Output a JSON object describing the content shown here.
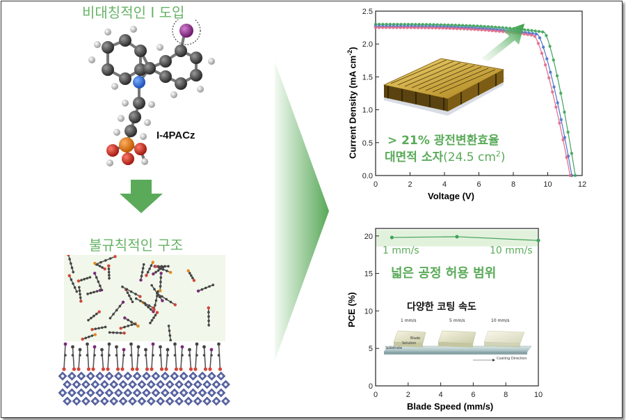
{
  "left": {
    "top_heading": "비대칭적인 I 도입",
    "molecule_label": "I-4PACz",
    "bottom_heading": "불규칙적인 구조"
  },
  "colors": {
    "accent_green": "#5aaa5a",
    "series_green": "#3fa35a",
    "series_blue": "#4a74c8",
    "series_pink": "#e06a8a",
    "gold": "#c9a22c"
  },
  "charts": [
    {
      "type": "line",
      "xlabel": "Voltage (V)",
      "ylabel": "Current Density (mA cm",
      "ylabel_sup": "-2",
      "ylabel_close": ")",
      "xlim": [
        0,
        12
      ],
      "ylim": [
        0,
        2.5
      ],
      "xticks": [
        "0",
        "2",
        "4",
        "6",
        "8",
        "10",
        "12"
      ],
      "yticks": [
        "0.0",
        "0.5",
        "1.0",
        "1.5",
        "2.0",
        "2.5"
      ],
      "annotation_line1": "> 21% 광전변환효율",
      "annotation_line2_main": "대면적 소자",
      "annotation_line2_paren": "(24.5 cm",
      "annotation_line2_sup": "2",
      "annotation_line2_close": ")",
      "series": [
        {
          "color": "green",
          "jsc": 2.3,
          "voc": 11.6,
          "x_knee": 9.8
        },
        {
          "color": "blue",
          "jsc": 2.27,
          "voc": 11.4,
          "x_knee": 9.4
        },
        {
          "color": "pink",
          "jsc": 2.25,
          "voc": 11.3,
          "x_knee": 9.2
        }
      ]
    },
    {
      "type": "line",
      "xlabel": "Blade Speed (mm/s)",
      "ylabel": "PCE (%)",
      "xlim": [
        0,
        10
      ],
      "ylim": [
        0,
        21
      ],
      "xticks": [
        "0",
        "2",
        "4",
        "6",
        "8",
        "10"
      ],
      "yticks": [
        "0",
        "5",
        "10",
        "15",
        "20"
      ],
      "x": [
        1,
        5,
        10
      ],
      "y": [
        19.8,
        19.9,
        19.4
      ],
      "point_labels": [
        "1 mm/s",
        "10 mm/s"
      ],
      "annotation": "넓은 공정 허용 범위",
      "inset_title": "다양한 코팅 속도",
      "inset_speeds": [
        "1 mm/s",
        "5 mm/s",
        "10 mm/s"
      ],
      "inset_layers": [
        "Blade",
        "Solution",
        "Substrate"
      ],
      "inset_direction": "Coating Direction"
    }
  ]
}
